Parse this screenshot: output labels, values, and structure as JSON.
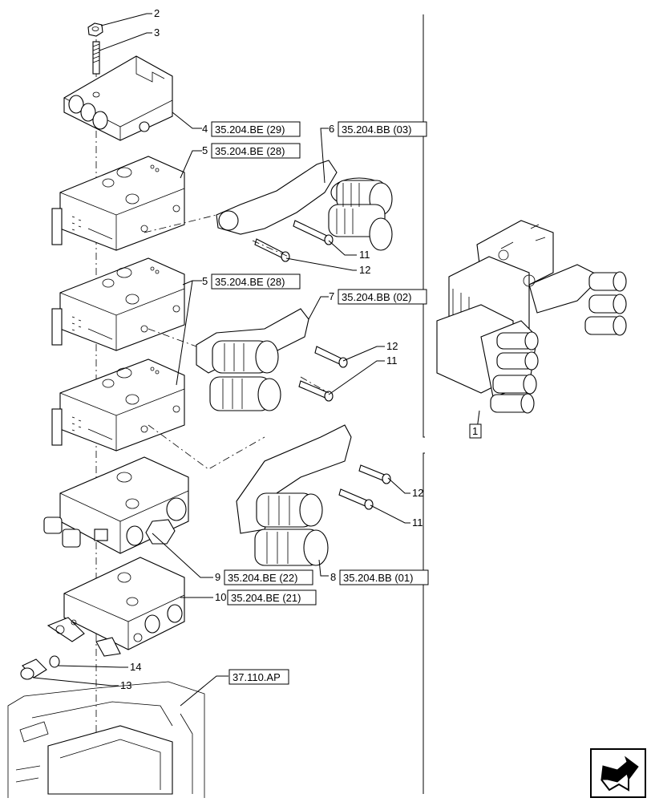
{
  "callouts": {
    "c2": {
      "num": "2"
    },
    "c3": {
      "num": "3"
    },
    "c4": {
      "num": "4",
      "ref": "35.204.BE (29)"
    },
    "c5a": {
      "num": "5",
      "ref": "35.204.BE (28)"
    },
    "c5b": {
      "num": "5",
      "ref": "35.204.BE (28)"
    },
    "c6": {
      "num": "6",
      "ref": "35.204.BB (03)"
    },
    "c7": {
      "num": "7",
      "ref": "35.204.BB (02)"
    },
    "c8": {
      "num": "8",
      "ref": "35.204.BB (01)"
    },
    "c9": {
      "num": "9",
      "ref": "35.204.BE (22)"
    },
    "c10": {
      "num": "10",
      "ref": "35.204.BE (21)"
    },
    "c11a": {
      "num": "11"
    },
    "c12a": {
      "num": "12"
    },
    "c12b": {
      "num": "12"
    },
    "c11b": {
      "num": "11"
    },
    "c12c": {
      "num": "12"
    },
    "c11c": {
      "num": "11"
    },
    "c13": {
      "num": "13"
    },
    "c14": {
      "num": "14"
    },
    "c1": {
      "num": "1"
    },
    "c37": {
      "ref": "37.110.AP"
    }
  },
  "nav_icon": "next-page-arrow-icon"
}
